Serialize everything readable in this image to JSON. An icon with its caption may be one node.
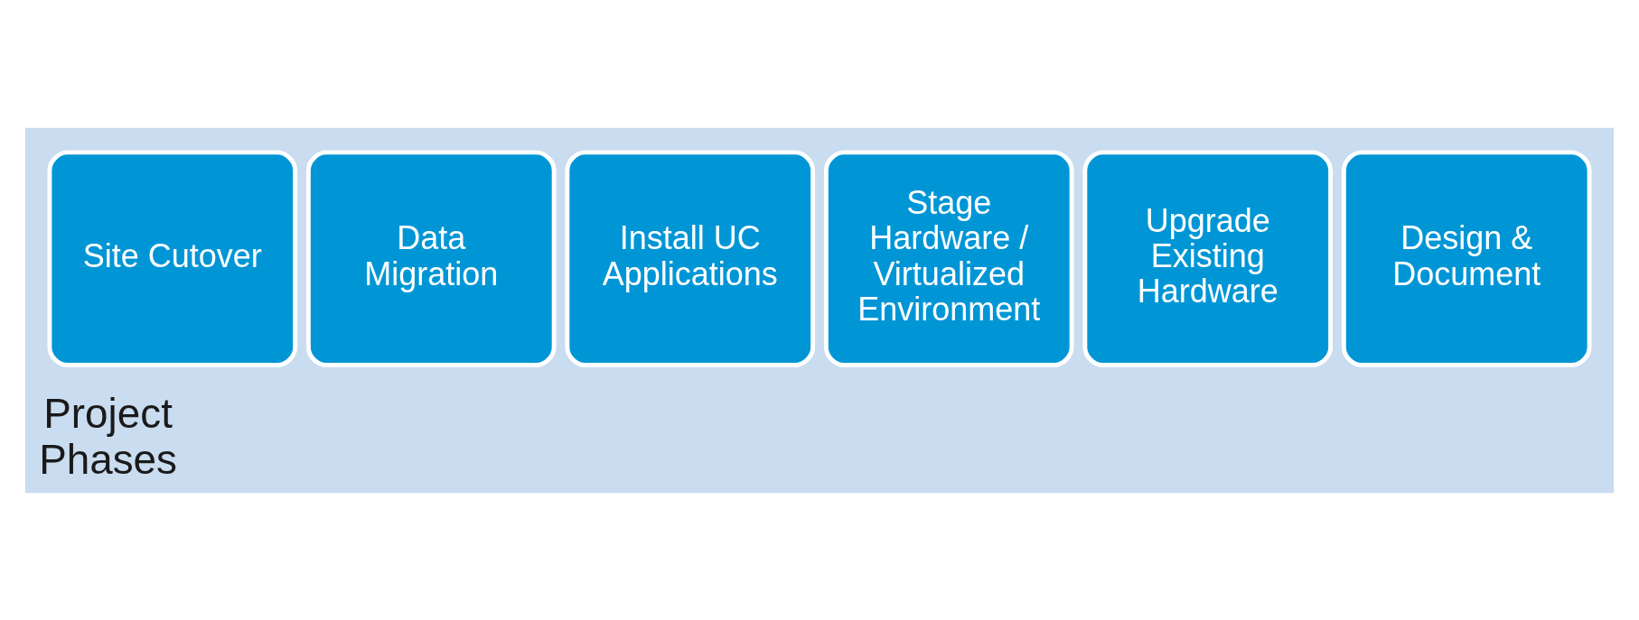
{
  "diagram": {
    "nodes": [
      {
        "text": [
          "Project Phases"
        ]
      },
      {
        "text": [
          "Design & Document"
        ],
        "in": 0
      },
      {
        "text": [
          "Upgrade Existing Hardware"
        ],
        "in": 0
      },
      {
        "text": [
          "Stage Hardware / Virtualized Environment"
        ],
        "in": 0
      },
      {
        "text": [
          "Install UC Applications"
        ],
        "in": 0
      },
      {
        "text": [
          "Data Migration"
        ],
        "in": 0
      },
      {
        "text": [
          "Site Cutover"
        ],
        "in": 0
      }
    ]
  }
}
